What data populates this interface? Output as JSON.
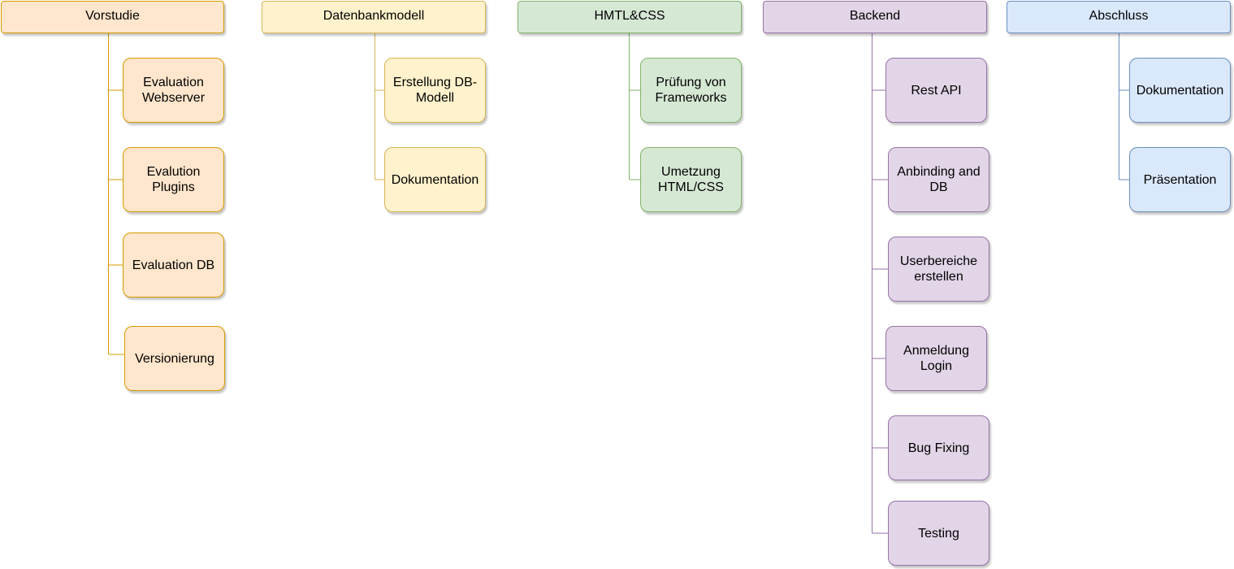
{
  "columns": [
    {
      "title": "Vorstudie",
      "tasks": [
        "Evaluation\nWebserver",
        "Evalution\nPlugins",
        "Evaluation DB",
        "Versionierung"
      ]
    },
    {
      "title": "Datenbankmodell",
      "tasks": [
        "Erstellung DB-\nModell",
        "Dokumentation"
      ]
    },
    {
      "title": "HMTL&CSS",
      "tasks": [
        "Prüfung von\nFrameworks",
        "Umetzung\nHTML/CSS"
      ]
    },
    {
      "title": "Backend",
      "tasks": [
        "Rest API",
        "Anbinding and\nDB",
        "Userbereiche\nerstellen",
        "Anmeldung\nLogin",
        "Bug Fixing",
        "Testing"
      ]
    },
    {
      "title": "Abschluss",
      "tasks": [
        "Dokumentation",
        "Präsentation"
      ]
    }
  ],
  "colors": {
    "orange": {
      "fill": "#ffe6cc",
      "stroke": "#d79b00"
    },
    "yellow": {
      "fill": "#fff2cc",
      "stroke": "#d6b656"
    },
    "green": {
      "fill": "#d5e8d4",
      "stroke": "#82b366"
    },
    "purple": {
      "fill": "#e1d5e7",
      "stroke": "#9673a6"
    },
    "blue": {
      "fill": "#dae8fc",
      "stroke": "#6c8ebf"
    }
  }
}
